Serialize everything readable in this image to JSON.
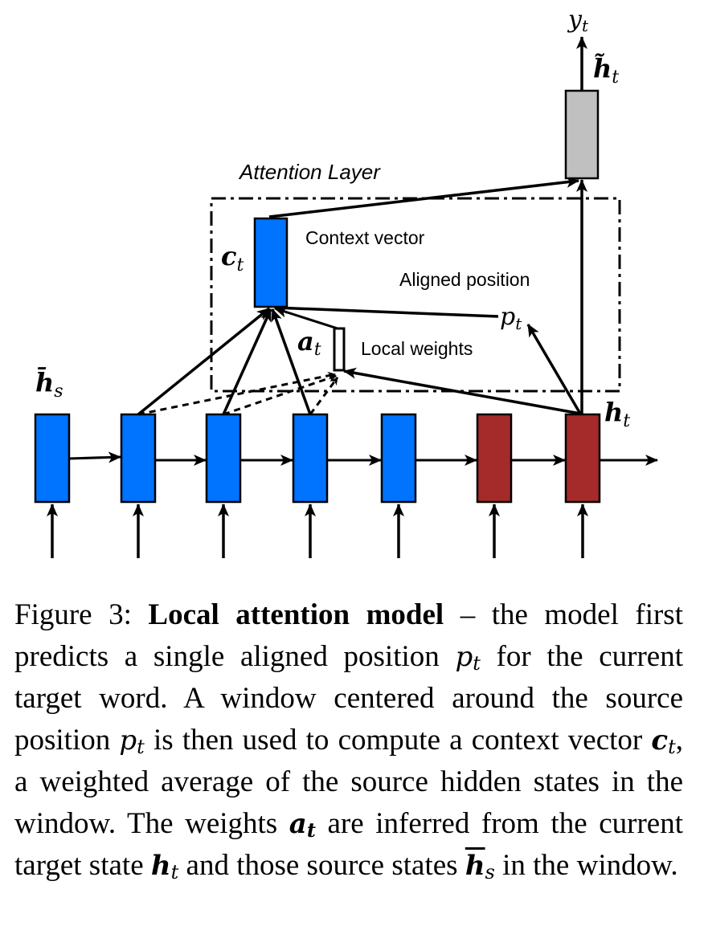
{
  "diagram": {
    "title": "Attention Layer",
    "labels": {
      "context_vector": "Context vector",
      "aligned_position": "Aligned position",
      "local_weights": "Local weights"
    },
    "symbols": {
      "y_t": "y",
      "y_t_sub": "t",
      "h_tilde_t": "h̃",
      "h_tilde_t_sub": "t",
      "c_t": "c",
      "c_t_sub": "t",
      "p_t": "p",
      "p_t_sub": "t",
      "a_t": "a",
      "a_t_sub": "t",
      "h_bar_s": "h̄",
      "h_bar_s_sub": "s",
      "h_t": "h",
      "h_t_sub": "t"
    },
    "colors": {
      "source": "#0073FF",
      "target": "#A52A2A",
      "output": "#C0C0C0",
      "line": "#000000"
    },
    "states": [
      {
        "kind": "source"
      },
      {
        "kind": "source"
      },
      {
        "kind": "source"
      },
      {
        "kind": "source"
      },
      {
        "kind": "source"
      },
      {
        "kind": "target"
      },
      {
        "kind": "target"
      }
    ]
  },
  "caption": {
    "figure_label": "Figure 3:",
    "bold_title": "Local attention model",
    "part1": " – the model first predicts a single aligned position ",
    "pt": "p",
    "pt_sub": "t",
    "part2": " for the current target word. A window centered around the source position ",
    "part3": " is then used to compute a context vector ",
    "ct": "c",
    "ct_sub": "t",
    "part4": ", a weighted average of the source hidden states in the window. The weights ",
    "at": "a",
    "at_sub": "t",
    "part5": " are inferred from the current target state ",
    "ht": "h",
    "ht_sub": "t",
    "part6": " and those source states ",
    "hs": "h",
    "hs_sub": "s",
    "part7": " in the window."
  }
}
